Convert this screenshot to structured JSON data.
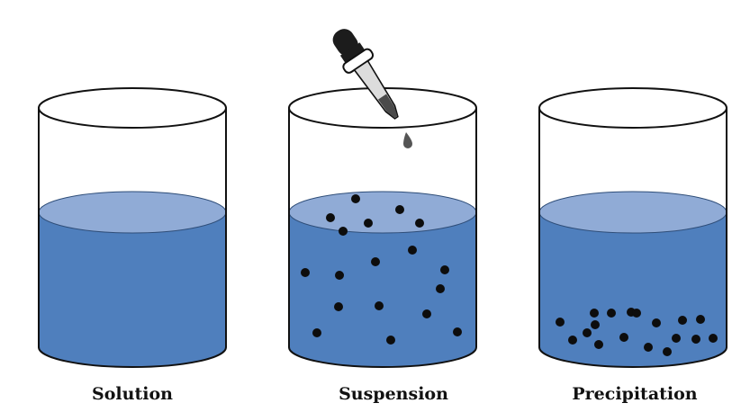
{
  "beakers": [
    {
      "label": "Solution"
    },
    {
      "label": "Suspension"
    },
    {
      "label": "Precipitation"
    }
  ],
  "colors": {
    "liquid_body": "#4f7fbd",
    "liquid_surface": "#90abd6",
    "particle": "#0d0d0d",
    "outline": "#111111",
    "background": "#ffffff"
  },
  "icons": [
    "beaker-icon",
    "dropper-icon",
    "droplet-icon",
    "particle-icon"
  ]
}
